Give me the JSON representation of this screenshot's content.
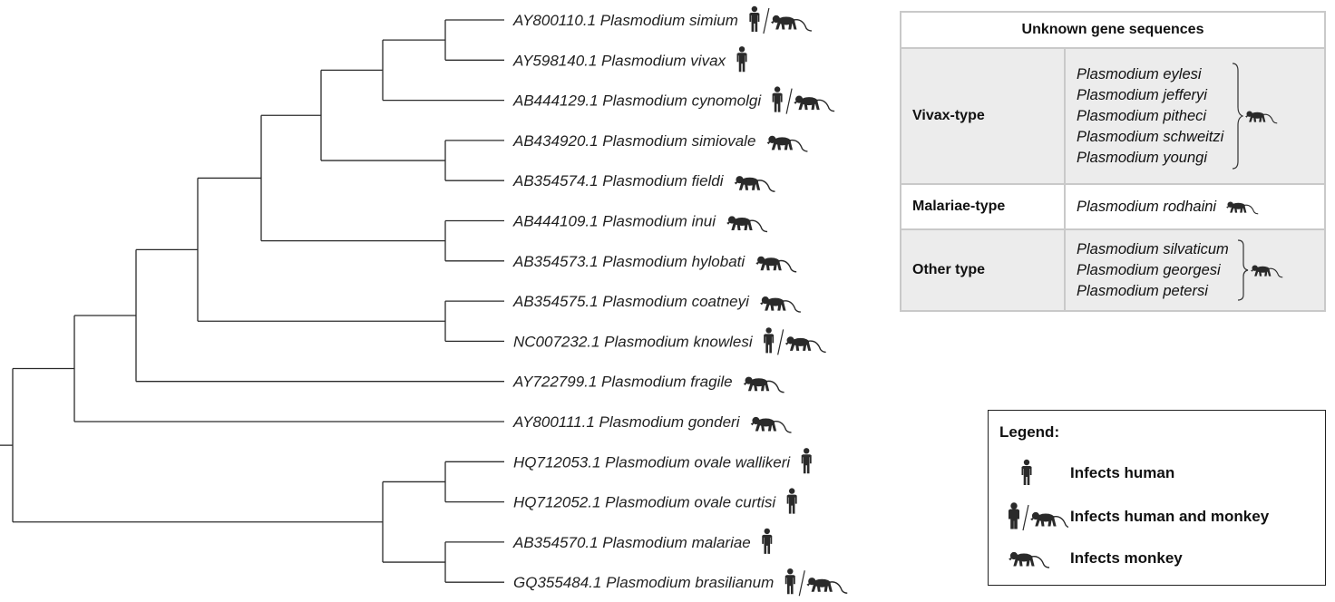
{
  "tree": {
    "leaves": [
      {
        "label": "AY800110.1 Plasmodium simium",
        "host": "both"
      },
      {
        "label": "AY598140.1 Plasmodium vivax",
        "host": "human"
      },
      {
        "label": "AB444129.1 Plasmodium cynomolgi",
        "host": "both"
      },
      {
        "label": "AB434920.1 Plasmodium simiovale",
        "host": "monkey"
      },
      {
        "label": "AB354574.1 Plasmodium fieldi",
        "host": "monkey"
      },
      {
        "label": "AB444109.1 Plasmodium inui",
        "host": "monkey"
      },
      {
        "label": "AB354573.1 Plasmodium hylobati",
        "host": "monkey"
      },
      {
        "label": "AB354575.1 Plasmodium coatneyi",
        "host": "monkey"
      },
      {
        "label": "NC007232.1 Plasmodium knowlesi",
        "host": "both"
      },
      {
        "label": "AY722799.1 Plasmodium fragile",
        "host": "monkey"
      },
      {
        "label": "AY800111.1 Plasmodium gonderi",
        "host": "monkey"
      },
      {
        "label": "HQ712053.1 Plasmodium ovale wallikeri",
        "host": "human"
      },
      {
        "label": "HQ712052.1 Plasmodium ovale curtisi",
        "host": "human"
      },
      {
        "label": "AB354570.1 Plasmodium malariae",
        "host": "human"
      },
      {
        "label": "GQ355484.1 Plasmodium brasilianum",
        "host": "both"
      }
    ]
  },
  "unknown_table": {
    "header": "Unknown gene sequences",
    "rows": [
      {
        "type": "Vivax-type",
        "species": [
          "Plasmodium eylesi",
          "Plasmodium jefferyi",
          "Plasmodium pitheci",
          "Plasmodium schweitzi",
          "Plasmodium youngi"
        ],
        "host": "monkey"
      },
      {
        "type": "Malariae-type",
        "species": [
          "Plasmodium rodhaini"
        ],
        "host": "monkey"
      },
      {
        "type": "Other type",
        "species": [
          "Plasmodium silvaticum",
          "Plasmodium georgesi",
          "Plasmodium petersi"
        ],
        "host": "monkey"
      }
    ]
  },
  "legend": {
    "title": "Legend:",
    "items": [
      {
        "icon": "human-icon",
        "label": "Infects human"
      },
      {
        "icon": "human-and-monkey-icon",
        "label": "Infects human and monkey"
      },
      {
        "icon": "monkey-icon",
        "label": "Infects monkey"
      }
    ]
  },
  "colors": {
    "icon": "#2a2a2a",
    "line": "#2b2b2b",
    "table_shade": "#ececec",
    "table_border": "#c9c9c9"
  }
}
